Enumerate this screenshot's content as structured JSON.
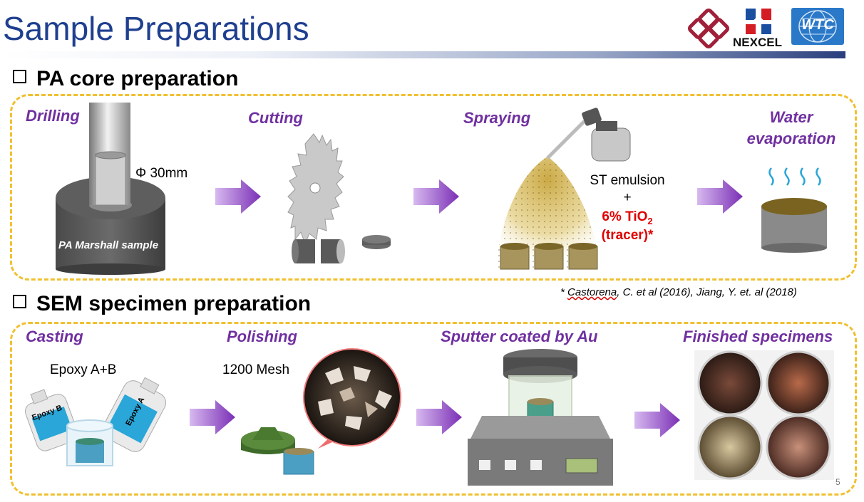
{
  "slide": {
    "title": "Sample Preparations",
    "page_number": "5"
  },
  "logos": [
    {
      "name": "polyu-logo"
    },
    {
      "name": "nexcel-logo",
      "text": "NEXCEL"
    },
    {
      "name": "wtc-logo",
      "text": "WTC"
    }
  ],
  "section1": {
    "heading": "PA core preparation",
    "steps": [
      {
        "label": "Drilling",
        "diameter": "Φ 30mm",
        "sample_label": "PA  Marshall sample"
      },
      {
        "label": "Cutting"
      },
      {
        "label": "Spraying",
        "emulsion": "ST emulsion",
        "plus": "+",
        "tracer_prefix": "6% TiO",
        "tracer_sub": "2",
        "tracer_note": "(tracer)*"
      },
      {
        "label_line1": "Water",
        "label_line2": "evaporation"
      }
    ]
  },
  "reference": {
    "prefix": "* ",
    "underlined": "Castorena",
    "rest": ", C. et al (2016), Jiang, Y. et. al (2018)"
  },
  "section2": {
    "heading": "SEM specimen preparation",
    "steps": [
      {
        "label": "Casting",
        "material": "Epoxy A+B",
        "bottle_a": "Epoxy A",
        "bottle_b": "Epoxy B"
      },
      {
        "label": "Polishing",
        "mesh": "1200 Mesh"
      },
      {
        "label": "Sputter coated by Au"
      },
      {
        "label": "Finished specimens"
      }
    ]
  },
  "colors": {
    "title": "#1f3f8f",
    "step_label": "#7030a0",
    "tracer": "#e00000",
    "dashed_border": "#f0c030",
    "arrow": "#8a3fc0"
  }
}
